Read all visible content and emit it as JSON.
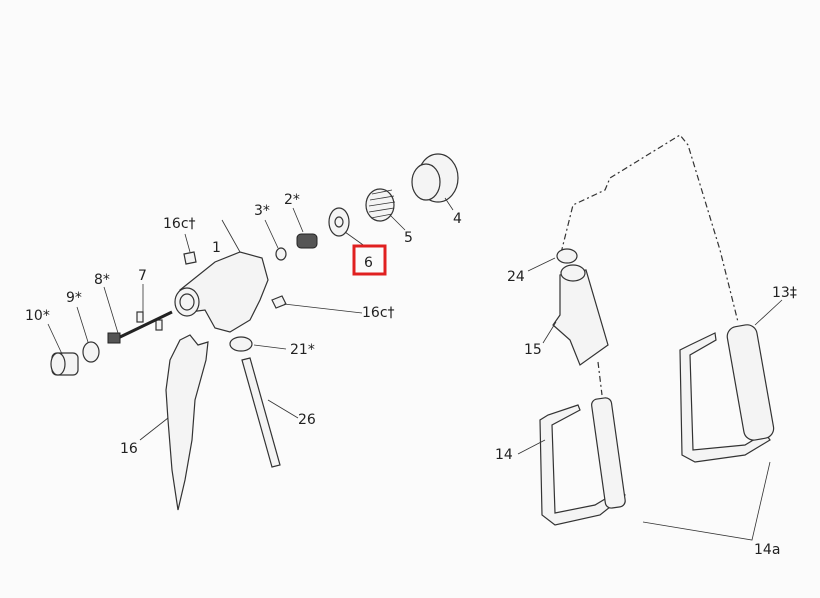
{
  "diagram": {
    "highlight_color": "#e02020",
    "labels": {
      "p16c_top": "16c†",
      "p1": "1",
      "p3": "3*",
      "p2": "2*",
      "p4": "4",
      "p5": "5",
      "p6": "6",
      "p10": "10*",
      "p9": "9*",
      "p8": "8*",
      "p7": "7",
      "p16c_right": "16c†",
      "p21": "21*",
      "p26": "26",
      "p16": "16",
      "p24": "24",
      "p15": "15",
      "p13": "13‡",
      "p14": "14",
      "p14a": "14a"
    }
  }
}
